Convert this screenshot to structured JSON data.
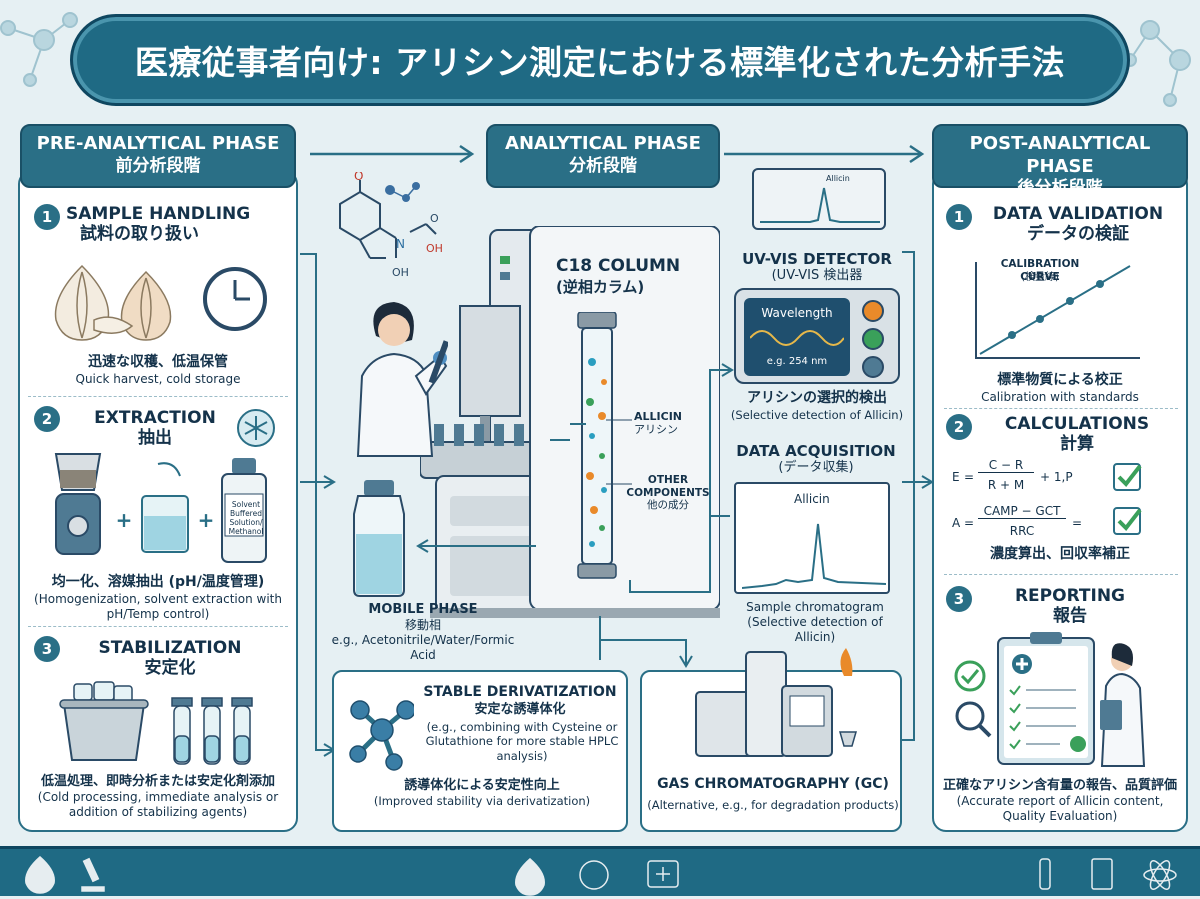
{
  "title": "医療従事者向け: アリシン測定における標準化された分析手法",
  "phases": {
    "pre": {
      "en": "PRE-ANALYTICAL PHASE",
      "jp": "前分析段階"
    },
    "analytical": {
      "en": "ANALYTICAL PHASE",
      "jp": "分析段階"
    },
    "post": {
      "en": "POST-ANALYTICAL PHASE",
      "jp": "後分析段階"
    }
  },
  "pre_steps": [
    {
      "num": "1",
      "title_en": "SAMPLE HANDLING",
      "title_jp": "試料の取り扱い",
      "desc_jp": "迅速な収穫、低温保管",
      "desc_en": "Quick harvest, cold storage"
    },
    {
      "num": "2",
      "title_en": "EXTRACTION",
      "title_jp": "抽出",
      "desc_jp": "均一化、溶媒抽出 (pH/温度管理)",
      "desc_en": "(Homogenization, solvent extraction with pH/Temp control)",
      "bottle_label": "Solvent Buffered Solution/ Methanol"
    },
    {
      "num": "3",
      "title_en": "STABILIZATION",
      "title_jp": "安定化",
      "desc_jp": "低温処理、即時分析または安定化剤添加",
      "desc_en": "(Cold processing, immediate analysis or addition of stabilizing agents)"
    }
  ],
  "analytical": {
    "column_title": "C18 COLUMN",
    "column_sub": "(逆相カラム)",
    "allicin_label": "ALLICIN",
    "allicin_jp": "アリシン",
    "other_label": "OTHER COMPONENTS",
    "other_jp": "他の成分",
    "mobile_phase_title": "MOBILE PHASE",
    "mobile_phase_jp": "移動相",
    "mobile_phase_desc": "e.g., Acetonitrile/Water/Formic Acid",
    "uv_title": "UV-VIS DETECTOR",
    "uv_sub": "(UV-VIS 検出器",
    "uv_screen_title": "Wavelength",
    "uv_screen_value": "e.g. 254 nm",
    "uv_desc_jp": "アリシンの選択的検出",
    "uv_desc_en": "(Selective detection of Allicin)",
    "monitor_label": "Allicin",
    "acq_title": "DATA ACQUISITION",
    "acq_sub": "(データ収集)",
    "acq_peak": "Allicin",
    "acq_desc": "Sample chromatogram (Selective detection of Allicin)",
    "deriv_title": "STABLE DERIVATIZATION",
    "deriv_sub": "安定な誘導体化",
    "deriv_desc": "(e.g., combining with Cysteine or Glutathione for more stable HPLC analysis)",
    "deriv_jp": "誘導体化による安定性向上",
    "deriv_en": "(Improved stability via derivatization)",
    "gc_title": "GAS CHROMATOGRAPHY (GC)",
    "gc_desc": "(Alternative, e.g., for degradation products)",
    "mol_labels": {
      "o": "O",
      "n": "N",
      "oh": "OH"
    }
  },
  "post_steps": [
    {
      "num": "1",
      "title_en": "DATA VALIDATION",
      "title_jp": "データの検証",
      "chart_title": "CALIBRATION CURVE",
      "chart_sub": "(検量線)",
      "desc_jp": "標準物質による校正",
      "desc_en": "Calibration with standards"
    },
    {
      "num": "2",
      "title_en": "CALCULATIONS",
      "title_jp": "計算",
      "eq1_lhs": "E",
      "eq1_num": "C − R",
      "eq1_den": "R + M",
      "eq1_tail": "+ 1,P",
      "eq2_lhs": "A",
      "eq2_num": "CAMP − GCT",
      "eq2_den": "RRC",
      "eq2_tail": "=",
      "desc_jp": "濃度算出、回収率補正"
    },
    {
      "num": "3",
      "title_en": "REPORTING",
      "title_jp": "報告",
      "desc_jp": "正確なアリシン含有量の報告、品質評価",
      "desc_en": "(Accurate report of Allicin content, Quality Evaluation)"
    }
  ],
  "colors": {
    "primary": "#2a6f86",
    "dark": "#1f6a84",
    "accent_orange": "#e98a2a",
    "accent_green": "#3aa05a"
  }
}
